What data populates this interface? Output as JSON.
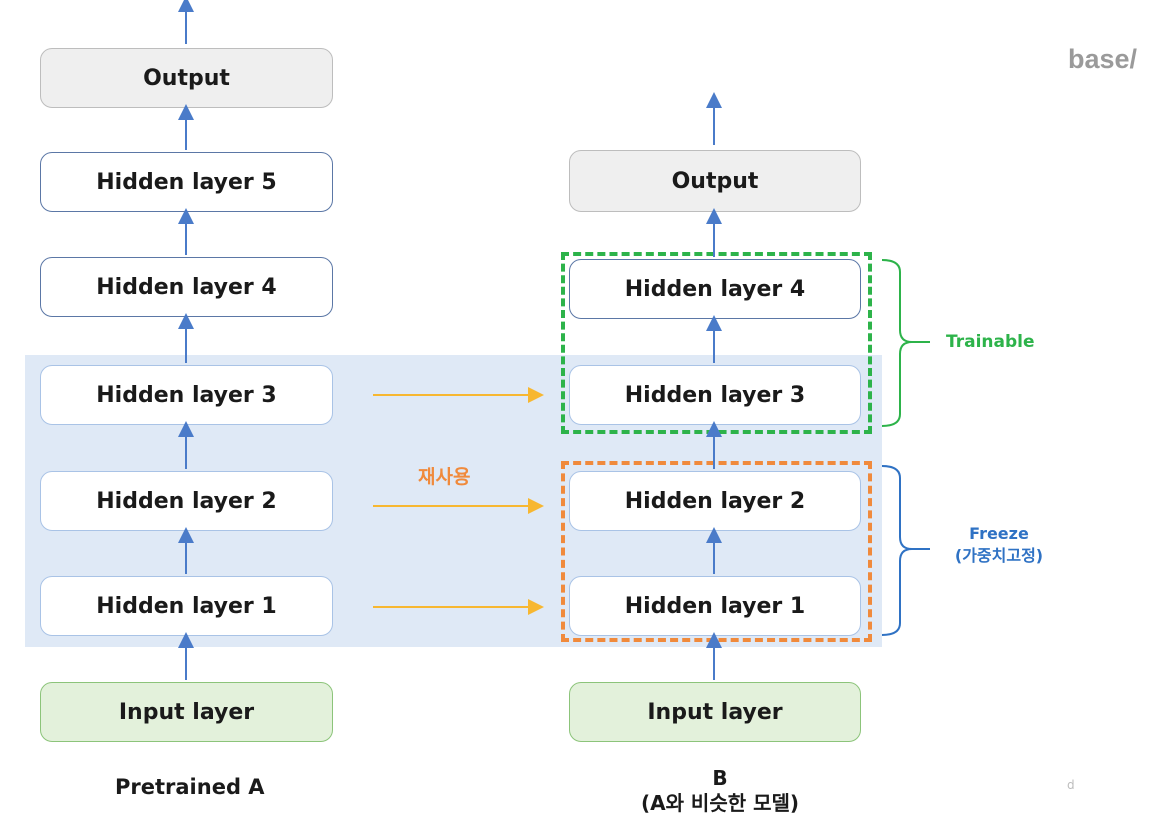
{
  "brand": "base/",
  "corner_mark": "d",
  "colors": {
    "arrow_up": "#4a7bc9",
    "arrow_reuse": "#f7b731",
    "trainable": "#2db34a",
    "freeze_frame": "#f08a3c",
    "freeze_text": "#2f72c4",
    "reuse_text": "#f08a3c",
    "region": "#dfe9f6"
  },
  "model_a": {
    "caption": "Pretrained A",
    "output": "Output",
    "hidden5": "Hidden layer 5",
    "hidden4": "Hidden layer 4",
    "hidden3": "Hidden layer 3",
    "hidden2": "Hidden layer 2",
    "hidden1": "Hidden layer 1",
    "input": "Input layer"
  },
  "model_b": {
    "caption_line1": "B",
    "caption_line2": "(A와 비슷한 모델)",
    "output": "Output",
    "hidden4": "Hidden layer 4",
    "hidden3": "Hidden layer 3",
    "hidden2": "Hidden layer 2",
    "hidden1": "Hidden layer 1",
    "input": "Input layer"
  },
  "reuse_label": "재사용",
  "trainable_label": "Trainable",
  "freeze_label_line1": "Freeze",
  "freeze_label_line2": "(가중치고정)"
}
